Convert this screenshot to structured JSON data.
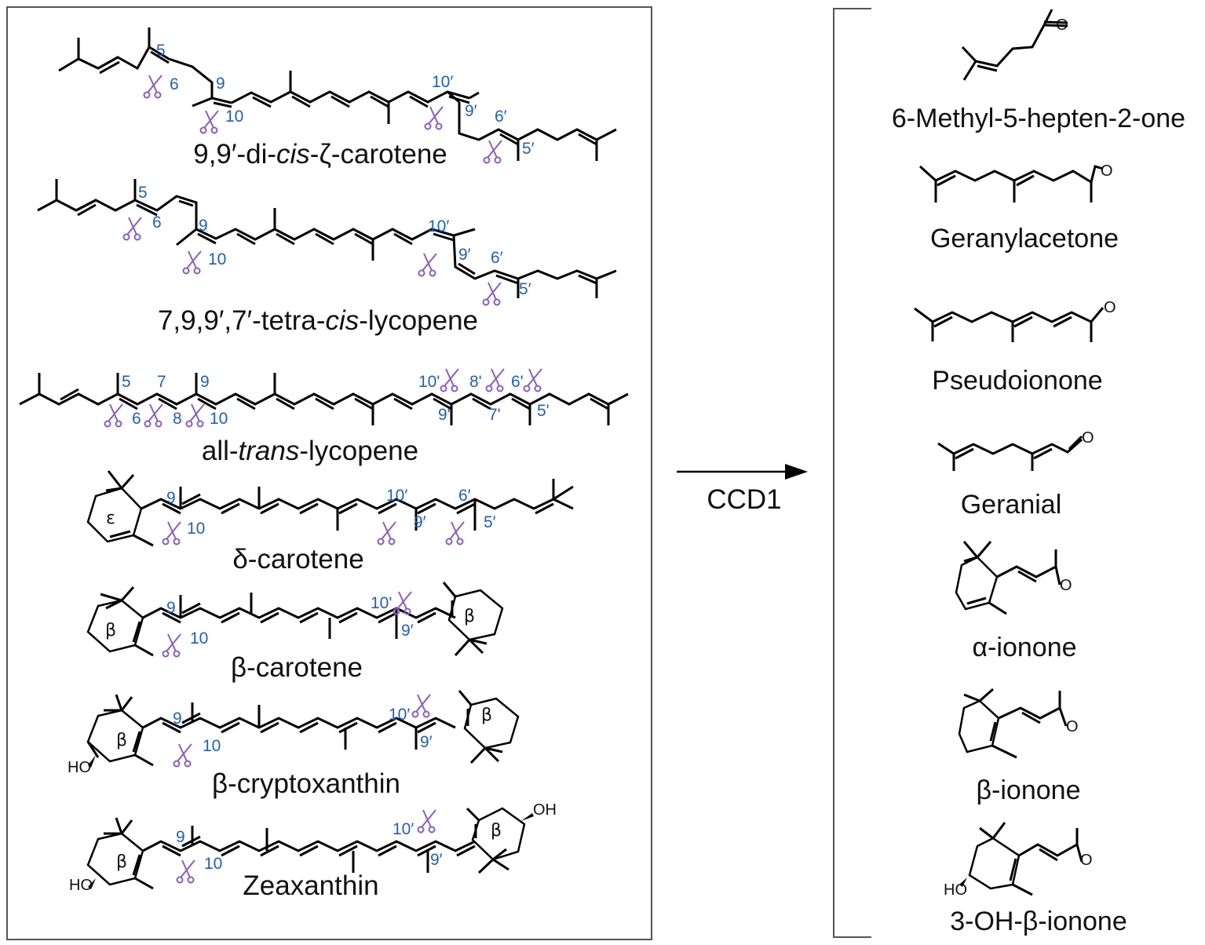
{
  "substrates": [
    {
      "name_pre": "9,9′-di-",
      "name_italic": "cis",
      "name_post": "-ζ-carotene",
      "numbers": [
        "5",
        "6",
        "9",
        "10",
        "10′",
        "9′",
        "6′",
        "5′"
      ]
    },
    {
      "name_pre": "7,9,9′,7′-tetra-",
      "name_italic": "cis",
      "name_post": "-lycopene",
      "numbers": [
        "5",
        "6",
        "9",
        "10",
        "10′",
        "9′",
        "6′",
        "5′"
      ]
    },
    {
      "name_pre": "all-",
      "name_italic": "trans",
      "name_post": "-lycopene",
      "numbers": [
        "5",
        "7",
        "9",
        "6",
        "8",
        "10",
        "10'",
        "8'",
        "6'",
        "9'",
        "7'",
        "5'"
      ]
    },
    {
      "name_pre": "δ-carotene",
      "name_italic": "",
      "name_post": "",
      "numbers": [
        "9",
        "10",
        "10′",
        "9′",
        "6′",
        "5′"
      ],
      "ring_labels": [
        "ε"
      ]
    },
    {
      "name_pre": "β-carotene",
      "name_italic": "",
      "name_post": "",
      "numbers": [
        "9",
        "10",
        "10'",
        "9′"
      ],
      "ring_labels": [
        "β",
        "β"
      ]
    },
    {
      "name_pre": "β-cryptoxanthin",
      "name_italic": "",
      "name_post": "",
      "numbers": [
        "9",
        "10",
        "10′",
        "9′"
      ],
      "ring_labels": [
        "β",
        "β"
      ],
      "atoms": [
        "HO"
      ]
    },
    {
      "name_pre": "Zeaxanthin",
      "name_italic": "",
      "name_post": "",
      "numbers": [
        "9",
        "10",
        "10′",
        "9′"
      ],
      "ring_labels": [
        "β",
        "β"
      ],
      "atoms": [
        "HO",
        "OH"
      ]
    }
  ],
  "arrow_label": "CCD1",
  "products": [
    {
      "name": "6-Methyl-5-hepten-2-one",
      "atoms": [
        "O"
      ]
    },
    {
      "name": "Geranylacetone",
      "atoms": [
        "O"
      ]
    },
    {
      "name": "Pseudoionone",
      "atoms": [
        "O"
      ]
    },
    {
      "name": "Geranial",
      "atoms": [
        "O"
      ]
    },
    {
      "name": "α-ionone",
      "atoms": [
        "O"
      ]
    },
    {
      "name": "β-ionone",
      "atoms": [
        "O"
      ]
    },
    {
      "name": "3-OH-β-ionone",
      "atoms": [
        "O",
        "HO"
      ]
    }
  ],
  "colors": {
    "locant": "#1f5fbf",
    "scissors": "#8a5cc4",
    "bond": "#000000",
    "frame": "#555555"
  }
}
